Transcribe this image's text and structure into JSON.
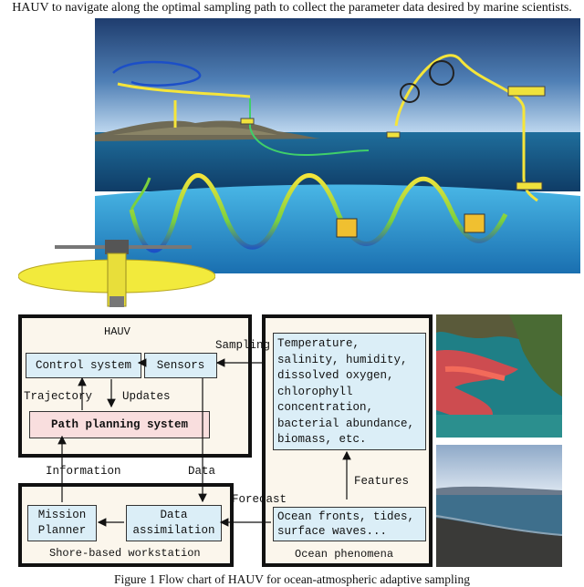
{
  "header_text": "HAUV to navigate along the optimal sampling path to collect the parameter data desired by marine scientists.",
  "caption": "Figure 1 Flow chart of HAUV for ocean-atmospheric adaptive sampling",
  "hauv": {
    "title": "HAUV",
    "control_system": "Control system",
    "sensors": "Sensors",
    "path_planning": "Path planning system",
    "trajectory": "Trajectory",
    "updates": "Updates"
  },
  "flow_labels": {
    "sampling": "Sampling",
    "information": "Information",
    "data": "Data",
    "forecast": "Forecast",
    "features": "Features"
  },
  "shore": {
    "title": "Shore-based workstation",
    "mission_planner": [
      "Mission",
      "Planner"
    ],
    "data_assimilation": [
      "Data",
      "assimilation"
    ]
  },
  "ocean": {
    "title": "Ocean phenomena",
    "parameters": [
      "Temperature,",
      "salinity, humidity,",
      "dissolved oxygen,",
      "chlorophyll",
      "concentration,",
      "bacterial abundance,",
      "biomass, etc."
    ],
    "phenomena": [
      "Ocean fronts, tides,",
      "surface waves..."
    ]
  },
  "colors": {
    "box_fill": "#fbf6ec",
    "module_fill": "#dbeef7",
    "path_fill": "#f9dede",
    "path_line": "#f5e53a"
  }
}
